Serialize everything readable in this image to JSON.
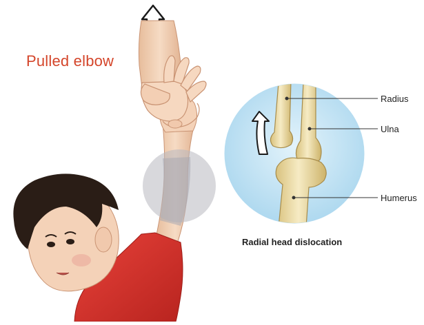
{
  "title": "Pulled elbow",
  "labels": {
    "radius": "Radius",
    "ulna": "Ulna",
    "humerus": "Humerus"
  },
  "caption": "Radial head dislocation",
  "colors": {
    "title": "#d4452a",
    "skin": "#f2d0b4",
    "shirt": "#d9342b",
    "hair": "#2a1d16",
    "inset_bg": "#bfe1f2",
    "bone": "#f1e3b0",
    "highlight": "#b8b8bf"
  },
  "icons": [
    "up-arrow-icon",
    "curved-up-arrow-icon"
  ]
}
